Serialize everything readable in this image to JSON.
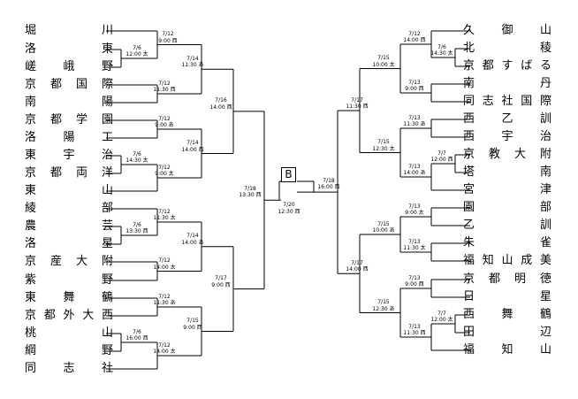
{
  "bracket": {
    "final": {
      "label": "B",
      "date": "7/20",
      "time": "12:30 西"
    },
    "left_teams": [
      "堀川",
      "洛東",
      "嵯峨野",
      "京都国際",
      "南陽",
      "京都学園",
      "洛陽工",
      "東宇治",
      "京都両洋",
      "東山",
      "綾部",
      "農芸",
      "洛星",
      "京産大附",
      "紫野",
      "東舞鶴",
      "京都外大西",
      "桃山",
      "綱野",
      "同志社"
    ],
    "right_teams": [
      "久御山",
      "北稜",
      "京都すばる",
      "南丹",
      "同志社国際",
      "西乙訓",
      "西宇治",
      "京教大附",
      "塔南",
      "宮津",
      "園部",
      "乙訓",
      "朱雀",
      "福知山成美",
      "京都明徳",
      "日星",
      "西舞鶴",
      "田辺",
      "福知山"
    ],
    "left_matches": [
      {
        "date": "7/6",
        "time": "12:00 太"
      },
      {
        "date": "7/12",
        "time": "9:00 西"
      },
      {
        "date": "7/12",
        "time": "11:30 西"
      },
      {
        "date": "7/14",
        "time": "11:30 あ"
      },
      {
        "date": "7/12",
        "time": "9:00 あ"
      },
      {
        "date": "7/6",
        "time": "14:30 太"
      },
      {
        "date": "7/12",
        "time": "9:00 太"
      },
      {
        "date": "7/14",
        "time": "14:00 西"
      },
      {
        "date": "7/16",
        "time": "14:00 西"
      },
      {
        "date": "7/6",
        "time": "13:30 西"
      },
      {
        "date": "7/12",
        "time": "11:30 太"
      },
      {
        "date": "7/12",
        "time": "14:00 太"
      },
      {
        "date": "7/14",
        "time": "14:00 あ"
      },
      {
        "date": "7/12",
        "time": "11:30 あ"
      },
      {
        "date": "7/6",
        "time": "16:00 西"
      },
      {
        "date": "7/12",
        "time": "14:00 太"
      },
      {
        "date": "7/15",
        "time": "9:00 西"
      },
      {
        "date": "7/17",
        "time": "9:00 西"
      },
      {
        "date": "7/18",
        "time": "13:30 西"
      }
    ],
    "right_matches": [
      {
        "date": "7/6",
        "time": "14:30 太"
      },
      {
        "date": "7/12",
        "time": "14:00 西"
      },
      {
        "date": "7/13",
        "time": "9:00 西"
      },
      {
        "date": "7/15",
        "time": "10:00 太"
      },
      {
        "date": "7/13",
        "time": "11:30 あ"
      },
      {
        "date": "7/7",
        "time": "12:00 西"
      },
      {
        "date": "7/13",
        "time": "14:00 あ"
      },
      {
        "date": "7/15",
        "time": "12:30 太"
      },
      {
        "date": "7/17",
        "time": "11:30 西"
      },
      {
        "date": "7/13",
        "time": "9:00 太"
      },
      {
        "date": "7/13",
        "time": "11:30 太"
      },
      {
        "date": "7/15",
        "time": "10:00 あ"
      },
      {
        "date": "7/13",
        "time": "9:00 西"
      },
      {
        "date": "7/7",
        "time": "12:00 太"
      },
      {
        "date": "7/13",
        "time": "11:30 西"
      },
      {
        "date": "7/15",
        "time": "12:30 あ"
      },
      {
        "date": "7/17",
        "time": "14:00 西"
      },
      {
        "date": "7/18",
        "time": "16:00 西"
      }
    ]
  }
}
